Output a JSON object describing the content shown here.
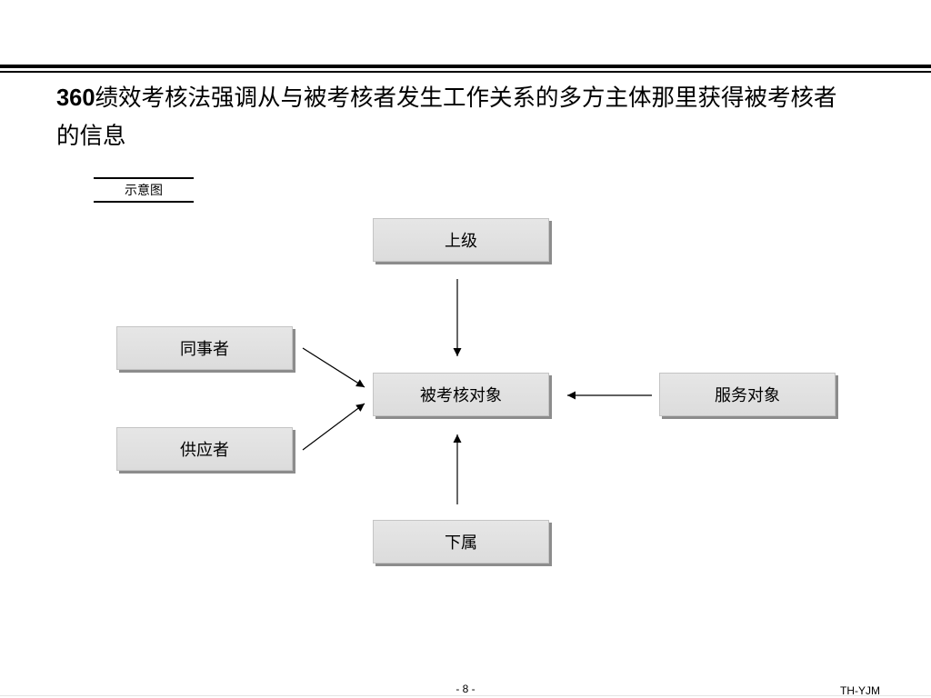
{
  "header": {
    "title_prefix": "360",
    "title_line1": "绩效考核法强调从与被考核者发生工作关系的多方主体那里获得被考核者",
    "title_line2": "的信息"
  },
  "diagram": {
    "caption": "示意图",
    "nodes": {
      "superior": "上级",
      "peer": "同事者",
      "subject": "被考核对象",
      "client": "服务对象",
      "supplier": "供应者",
      "subordinate": "下属"
    },
    "edges": [
      {
        "from": "superior",
        "to": "subject"
      },
      {
        "from": "peer",
        "to": "subject"
      },
      {
        "from": "supplier",
        "to": "subject"
      },
      {
        "from": "client",
        "to": "subject"
      },
      {
        "from": "subordinate",
        "to": "subject"
      }
    ]
  },
  "footer": {
    "page_number": "- 8 -",
    "document_code": "TH-YJM"
  }
}
